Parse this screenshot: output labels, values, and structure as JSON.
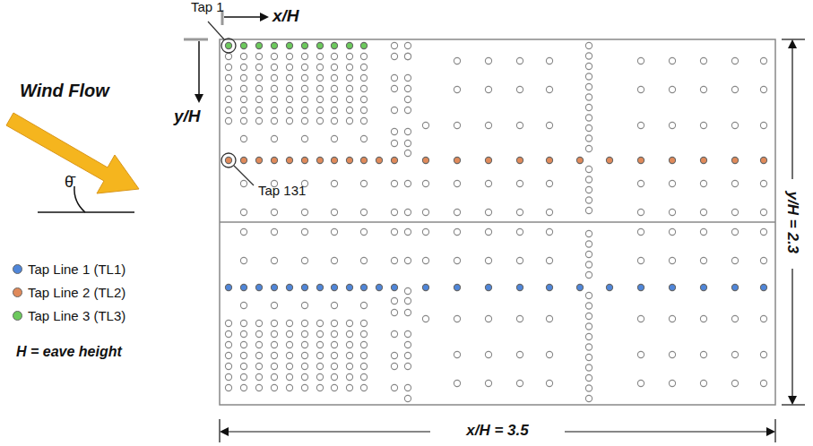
{
  "diagram": {
    "labels": [
      "Tap 1",
      "x/H",
      "y/H",
      "Wind Flow",
      "θ̄",
      "Tap 131",
      "H = eave height",
      "x/H = 3.5",
      "y/H = 2.3"
    ],
    "legend": [
      {
        "text": "Tap Line 1 (TL1)",
        "color": "#4f86d9"
      },
      {
        "text": "Tap Line 2 (TL2)",
        "color": "#e08a5a"
      },
      {
        "text": "Tap Line 3 (TL3)",
        "color": "#6cc95c"
      }
    ]
  }
}
